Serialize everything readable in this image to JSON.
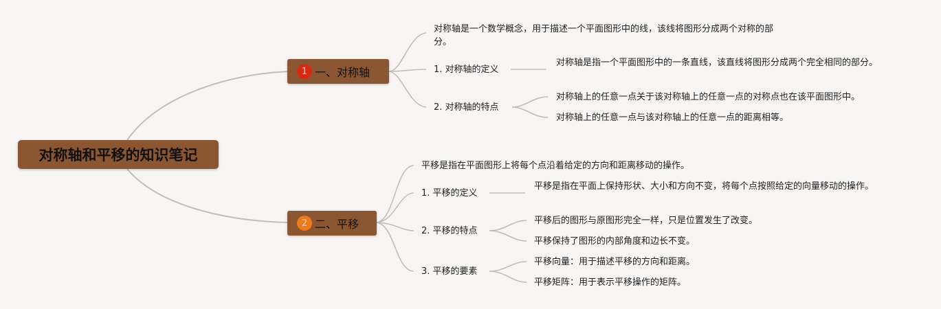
{
  "root": {
    "title": "对称轴和平移的知识笔记"
  },
  "branches": [
    {
      "number": "1",
      "label": "一、对称轴",
      "badge_color": "#d42b12",
      "intro": "对称轴是一个数学概念，用于描述一个平面图形中的线，该线将图形分成两个对称的部分。",
      "items": [
        {
          "label": "1. 对称轴的定义",
          "details": [
            "对称轴是指一个平面图形中的一条直线，该直线将图形分成两个完全相同的部分。"
          ]
        },
        {
          "label": "2. 对称轴的特点",
          "details": [
            "对称轴上的任意一点关于该对称轴上的任意一点的对称点也在该平面图形中。",
            "对称轴上的任意一点与该对称轴上的任意一点的距离相等。"
          ]
        }
      ]
    },
    {
      "number": "2",
      "label": "二、平移",
      "badge_color": "#f07a1a",
      "intro": "平移是指在平面图形上将每个点沿着给定的方向和距离移动的操作。",
      "items": [
        {
          "label": "1. 平移的定义",
          "details": [
            "平移是指在平面上保持形状、大小和方向不变，将每个点按照给定的向量移动的操作。"
          ]
        },
        {
          "label": "2. 平移的特点",
          "details": [
            "平移后的图形与原图形完全一样，只是位置发生了改变。",
            "平移保持了图形的内部角度和边长不变。"
          ]
        },
        {
          "label": "3. 平移的要素",
          "details": [
            "平移向量：用于描述平移的方向和距离。",
            "平移矩阵：用于表示平移操作的矩阵。"
          ]
        }
      ]
    }
  ],
  "colors": {
    "background": "#f8f6f4",
    "node_fill": "#8b5632",
    "connector": "#c4bcb6"
  }
}
